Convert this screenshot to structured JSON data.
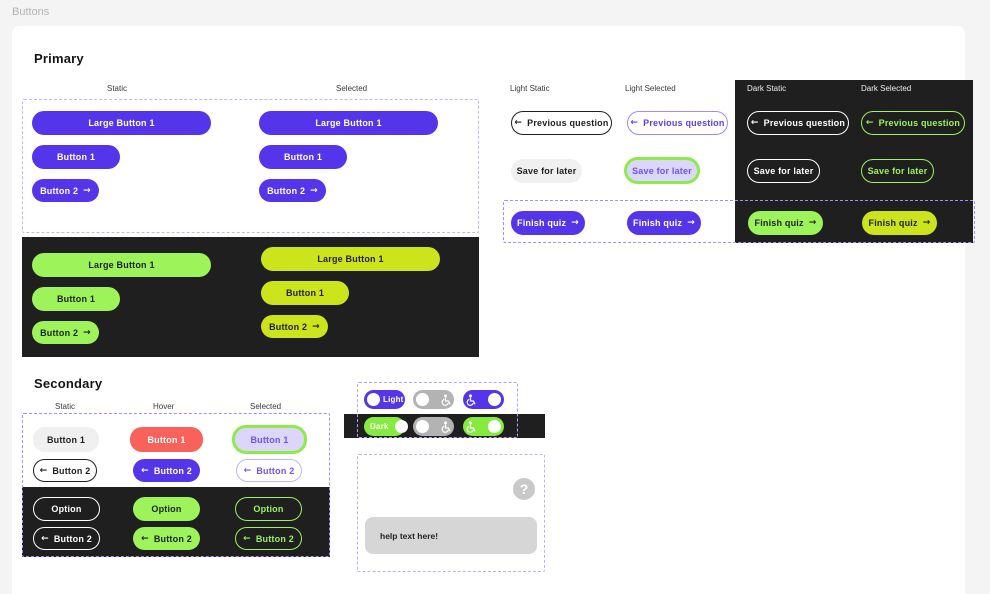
{
  "titlebar": {
    "title": "Buttons"
  },
  "primary": {
    "heading": "Primary",
    "columns": [
      "Static",
      "Selected"
    ],
    "large_label": "Large Button 1",
    "medium_label": "Button 1",
    "small_label": "Button 2",
    "arrow_right": "→"
  },
  "quiz": {
    "columns": [
      "Light Static",
      "Light Selected",
      "Dark Static",
      "Dark Selected"
    ],
    "previous_label": "Previous question",
    "save_label": "Save for later",
    "finish_label": "Finish quiz",
    "arrow_left": "←",
    "arrow_right": "→"
  },
  "secondary": {
    "heading": "Secondary",
    "columns": [
      "Static",
      "Hover",
      "Selected"
    ],
    "button1_label": "Button 1",
    "button2_label": "Button 2",
    "option_label": "Option",
    "arrow_left": "←"
  },
  "toggles": {
    "light_label": "Light",
    "dark_label": "Dark",
    "accessibility_icon": "wheelchair-icon"
  },
  "help": {
    "question_mark": "?",
    "text": "help text here!"
  },
  "colors": {
    "primary_purple": "#5435EA",
    "green": "#9DF35A",
    "lime": "#CBE41B",
    "hover_red": "#F9625A",
    "dark_panel": "#1F1F1F",
    "selected_lavender": "#DCD6FB",
    "selected_green_border": "#8DEB47",
    "dashed_purple": "#A78BFA",
    "page_bg": "#F4F4F4"
  }
}
